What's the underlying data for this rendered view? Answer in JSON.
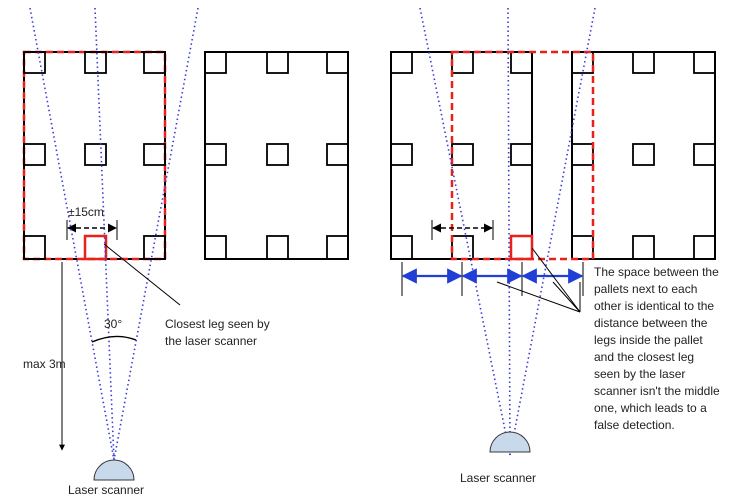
{
  "labels": {
    "tolerance": "±15cm",
    "angle": "30°",
    "closest_leg_line1": "Closest leg seen by",
    "closest_leg_line2": "the laser scanner",
    "max_range": "max 3m",
    "scanner_left": "Laser scanner",
    "scanner_right": "Laser scanner",
    "note_lines": [
      "The space between the",
      "pallets next to each",
      "other is identical to the",
      "distance between the",
      "legs inside the pallet",
      "and the closest leg",
      "seen by the laser",
      "scanner isn't the middle",
      "one, which leads to a",
      "false detection."
    ]
  },
  "colors": {
    "pallet_outline": "#000000",
    "highlight": "#e8211b",
    "scan_line": "#3b3bd6",
    "gap_arrow": "#1f3fd6",
    "scanner_fill": "#c7d9ea",
    "scanner_stroke": "#3a3a3a"
  }
}
